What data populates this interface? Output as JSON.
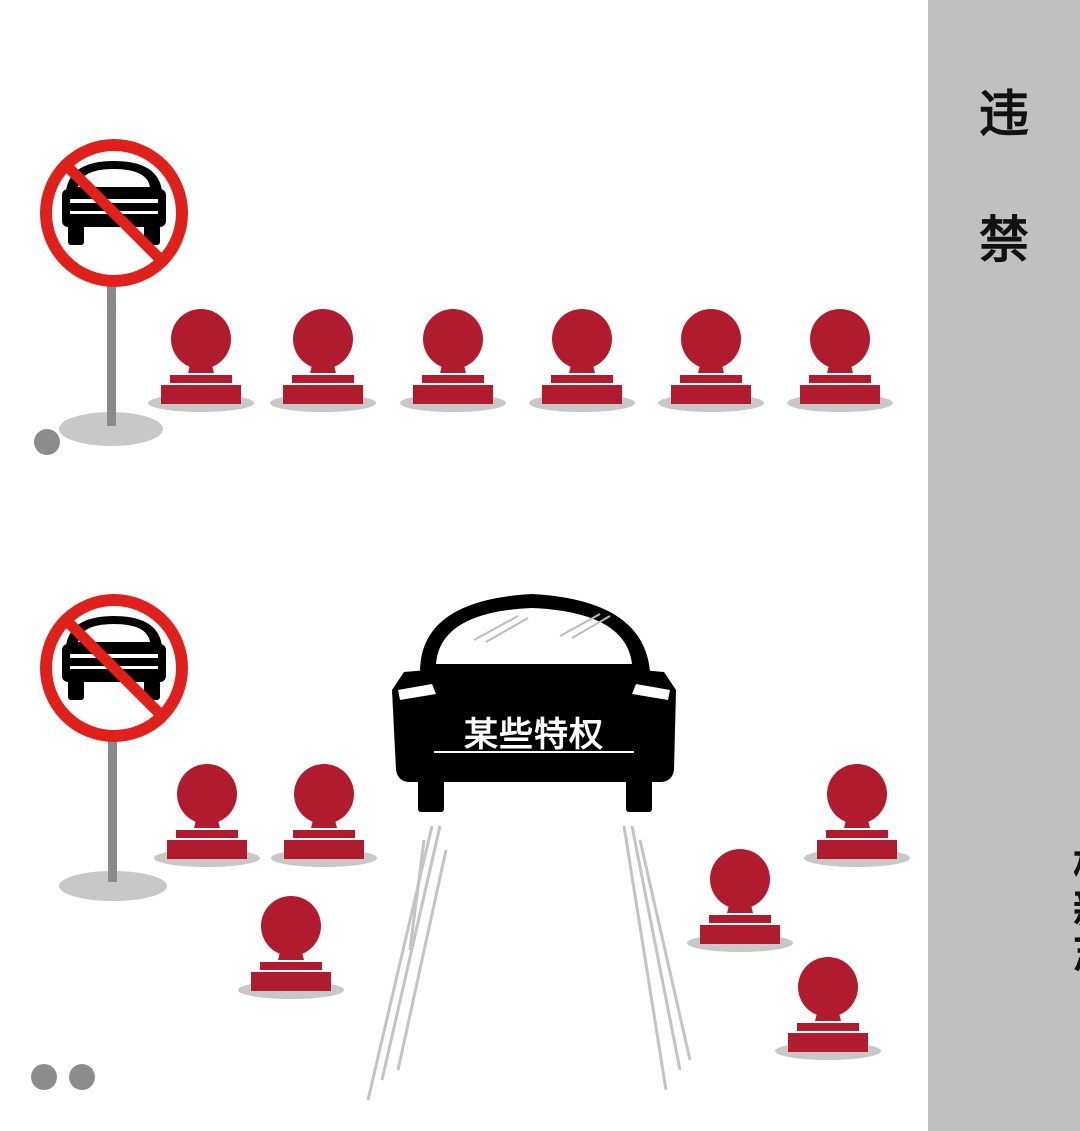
{
  "title": {
    "char1": "违",
    "char2": "禁"
  },
  "author": "杨新志",
  "car_label": "某些特权",
  "panel_markers": {
    "top": "one-dot",
    "bottom": "two-dots"
  },
  "icons": {
    "sign": "no-cars-sign-icon",
    "stamp": "official-seal-stamp-icon",
    "car": "car-rear-icon"
  },
  "colors": {
    "stamp_red": "#b01c2e",
    "sign_red": "#e0201b",
    "sidebar_gray": "#c0c0c0",
    "car_black": "#000000",
    "shadow_gray": "#c8c8c8"
  }
}
